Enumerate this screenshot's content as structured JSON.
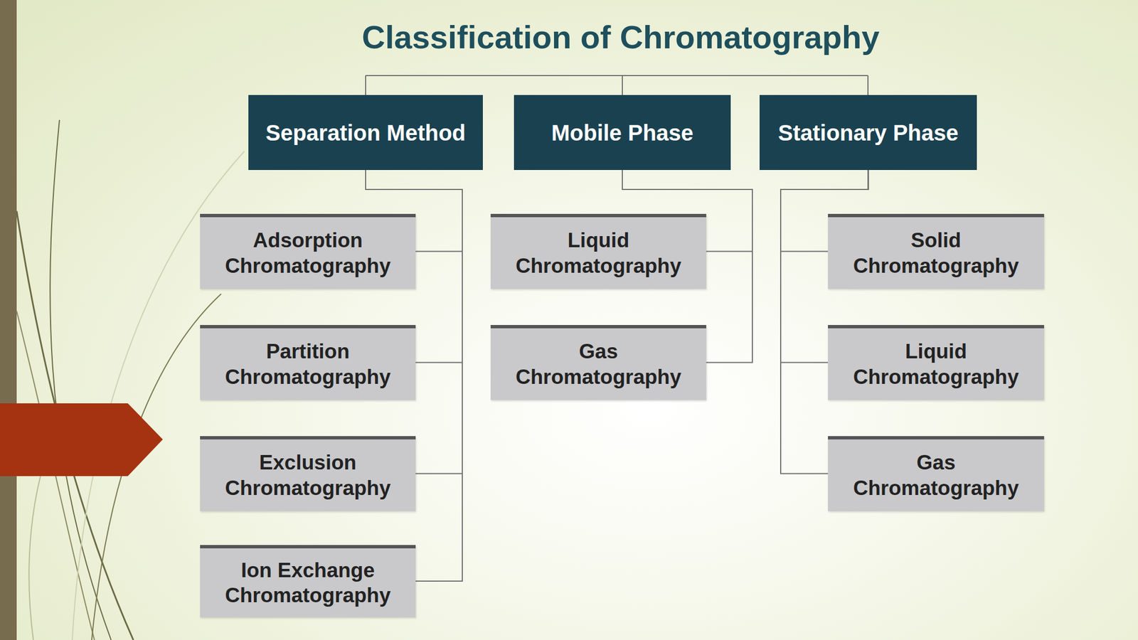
{
  "diagram": {
    "title": "Classification of Chromatography",
    "nodes": [
      {
        "text": [
          "Separation Method"
        ]
      },
      {
        "text": [
          "Mobile Phase"
        ]
      },
      {
        "text": [
          "Stationary Phase"
        ]
      },
      {
        "text": [
          "Adsorption Chromatography"
        ]
      },
      {
        "text": [
          "Partition Chromatography"
        ]
      },
      {
        "text": [
          "Exclusion Chromatography"
        ]
      },
      {
        "text": [
          "Ion Exchange Chromatography"
        ]
      },
      {
        "text": [
          "Liquid Chromatography"
        ]
      },
      {
        "text": [
          "Gas Chromatography"
        ]
      },
      {
        "text": [
          "Solid Chromatography"
        ]
      },
      {
        "text": [
          "Liquid Chromatography"
        ]
      },
      {
        "text": [
          "Gas Chromatography"
        ]
      }
    ],
    "edges": [
      {
        "from": 0,
        "to": 3,
        "arrow": "none"
      },
      {
        "from": 0,
        "to": 4,
        "arrow": "none"
      },
      {
        "from": 0,
        "to": 5,
        "arrow": "none"
      },
      {
        "from": 0,
        "to": 6,
        "arrow": "none"
      },
      {
        "from": 1,
        "to": 7,
        "arrow": "none"
      },
      {
        "from": 1,
        "to": 8,
        "arrow": "none"
      },
      {
        "from": 2,
        "to": 9,
        "arrow": "none"
      },
      {
        "from": 2,
        "to": 10,
        "arrow": "none"
      },
      {
        "from": 2,
        "to": 11,
        "arrow": "none"
      }
    ]
  }
}
